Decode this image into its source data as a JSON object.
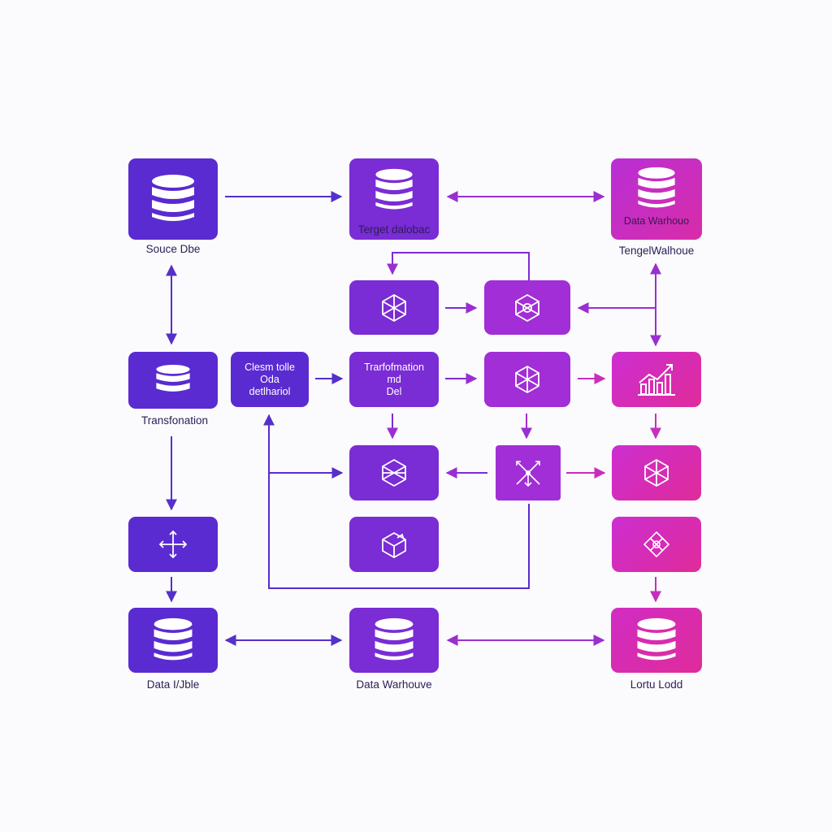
{
  "colors": {
    "indigo": "#5a2bd0",
    "violet": "#7e2cd6",
    "purple": "#9b2fd8",
    "magenta": "#c52ed8",
    "pink": "#e02b9a",
    "line_blue": "#5530c9",
    "line_purple": "#9a2fd0",
    "line_pink": "#c62fbe"
  },
  "nodes": {
    "source_db": {
      "caption": "Souce Dbe",
      "icon": "database-icon"
    },
    "target_db": {
      "caption": "Terget dalobac",
      "icon": "database-icon"
    },
    "warehouse_top": {
      "inner": "Data Warhouo",
      "caption": "TengelWalhoue",
      "icon": "database-icon"
    },
    "hex_mid_left": {
      "icon": "cube-network-icon"
    },
    "hex_mid_right": {
      "icon": "cube-network-icon"
    },
    "transformation": {
      "caption": "Transfonation",
      "icon": "database-icon"
    },
    "clean_data": {
      "inner": "Clesm tolle\nOda\ndetlhariol"
    },
    "transform_md": {
      "inner": "Trarfofmation\nmd\nDel"
    },
    "hex_row3": {
      "icon": "cube-network-icon"
    },
    "analytics": {
      "icon": "bar-chart-icon"
    },
    "hex_row4_left": {
      "icon": "cube-network-icon"
    },
    "hub_row4": {
      "icon": "scatter-arrows-icon"
    },
    "hex_row4_right": {
      "icon": "cube-network-icon"
    },
    "move": {
      "icon": "move-arrows-icon"
    },
    "cube_row5": {
      "icon": "open-cube-icon"
    },
    "hex_row5_right": {
      "icon": "cube-network-icon"
    },
    "data_table": {
      "caption": "Data I/Jble",
      "icon": "database-icon"
    },
    "data_warehouse": {
      "caption": "Data Warhouve",
      "icon": "database-icon"
    },
    "lortu_lodd": {
      "caption": "Lortu Lodd",
      "icon": "database-icon"
    }
  }
}
